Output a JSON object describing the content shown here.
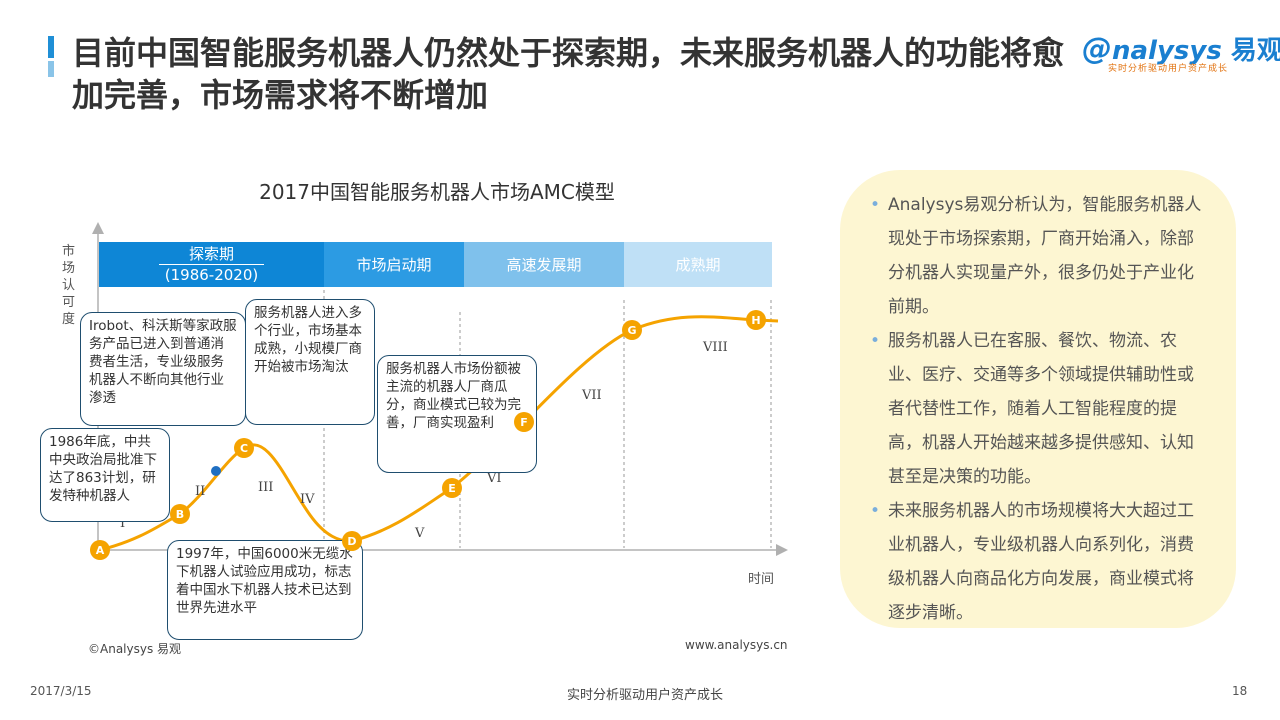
{
  "title": "目前中国智能服务机器人仍然处于探索期，未来服务机器人的功能将愈加完善，市场需求将不断增加",
  "logo": {
    "main": "nalysys",
    "cn": "易观",
    "sub": "实时分析驱动用户资产成长"
  },
  "diagram": {
    "title": "2017中国智能服务机器人市场AMC模型",
    "y_axis_label": "市场认可度",
    "x_axis_label": "时间",
    "phases": [
      {
        "name": "探索期",
        "period": "(1986-2020)"
      },
      {
        "name": "市场启动期"
      },
      {
        "name": "高速发展期"
      },
      {
        "name": "成熟期"
      }
    ],
    "stages": [
      "I",
      "II",
      "III",
      "IV",
      "V",
      "VI",
      "VII",
      "VIII"
    ],
    "points": [
      "A",
      "B",
      "C",
      "D",
      "E",
      "F",
      "G",
      "H"
    ],
    "callouts": [
      "Irobot、科沃斯等家政服务产品已进入到普通消费者生活，专业级服务机器人不断向其他行业渗透",
      "服务机器人进入多个行业，市场基本成熟，小规模厂商开始被市场淘汰",
      "服务机器人市场份额被主流的机器人厂商瓜分，商业模式已较为完善，厂商实现盈利",
      "1986年底，中共中央政治局批准下达了863计划，研发特种机器人",
      "1997年，中国6000米无缆水下机器人试验应用成功，标志着中国水下机器人技术已达到世界先进水平"
    ],
    "copyright": "©Analysys 易观",
    "website": "www.analysys.cn",
    "colors": {
      "curve": "#f5a300",
      "callout_border": "#1f4e6f",
      "phase_dark": "#0e86d6"
    }
  },
  "sidebar": {
    "items": [
      "Analysys易观分析认为，智能服务机器人现处于市场探索期，厂商开始涌入，除部分机器人实现量产外，很多仍处于产业化前期。",
      "服务机器人已在客服、餐饮、物流、农业、医疗、交通等多个领域提供辅助性或者代替性工作，随着人工智能程度的提高，机器人开始越来越多提供感知、认知甚至是决策的功能。",
      "未来服务机器人的市场规模将大大超过工业机器人，专业级机器人向系列化，消费级机器人向商品化方向发展，商业模式将逐步清晰。"
    ]
  },
  "footer": {
    "date": "2017/3/15",
    "center": "实时分析驱动用户资产成长",
    "page": "18"
  }
}
